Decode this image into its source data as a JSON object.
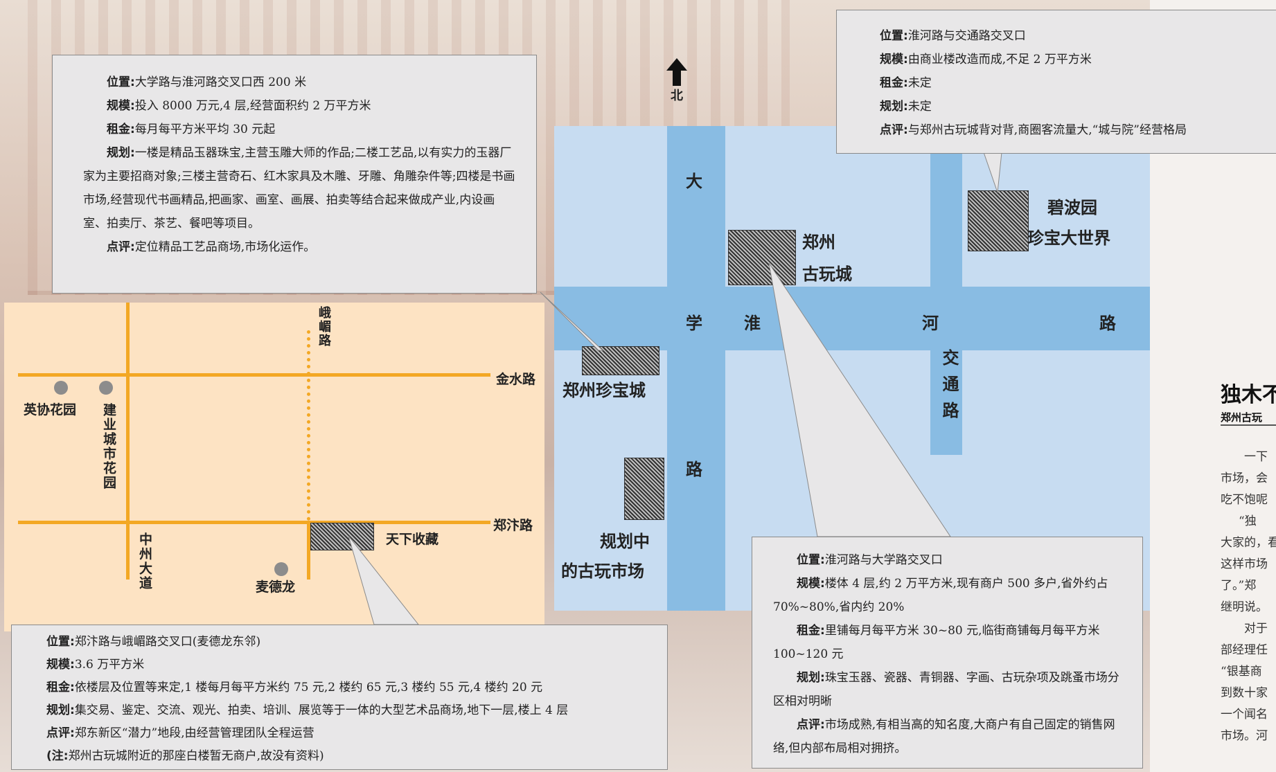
{
  "north_label": "北",
  "box_top_left": {
    "lines": [
      {
        "k": "位置",
        "v": "大学路与淮河路交叉口西 200 米"
      },
      {
        "k": "规模",
        "v": "投入 8000 万元,4 层,经营面积约 2 万平方米"
      },
      {
        "k": "租金",
        "v": "每月每平方米平均 30 元起"
      },
      {
        "k": "规划",
        "v": "一楼是精品玉器珠宝,主营玉雕大师的作品;二楼工艺品,以有实力的玉器厂家为主要招商对象;三楼主营奇石、红木家具及木雕、牙雕、角雕杂件等;四楼是书画市场,经营现代书画精品,把画家、画室、画展、拍卖等结合起来做成产业,内设画室、拍卖厅、茶艺、餐吧等项目。"
      },
      {
        "k": "点评",
        "v": "定位精品工艺品商场,市场化运作。"
      }
    ]
  },
  "box_top_right": {
    "lines": [
      {
        "k": "位置",
        "v": "淮河路与交通路交叉口"
      },
      {
        "k": "规模",
        "v": "由商业楼改造而成,不足 2 万平方米"
      },
      {
        "k": "租金",
        "v": "未定"
      },
      {
        "k": "规划",
        "v": "未定"
      },
      {
        "k": "点评",
        "v": "与郑州古玩城背对背,商圈客流量大,“城与院”经营格局"
      }
    ]
  },
  "box_bottom_left": {
    "lines": [
      {
        "k": "位置",
        "v": "郑汴路与峨嵋路交叉口(麦德龙东邻)"
      },
      {
        "k": "规模",
        "v": "3.6 万平方米"
      },
      {
        "k": "租金",
        "v": "依楼层及位置等来定,1 楼每月每平方米约 75 元,2 楼约 65 元,3 楼约 55 元,4 楼约 20 元"
      },
      {
        "k": "规划",
        "v": "集交易、鉴定、交流、观光、拍卖、培训、展览等于一体的大型艺术品商场,地下一层,楼上 4 层"
      },
      {
        "k": "点评",
        "v": "郑东新区“潜力”地段,由经营管理团队全程运营"
      }
    ],
    "note_key": "(注:",
    "note_val": "郑州古玩城附近的那座白楼暂无商户,故没有资料)"
  },
  "box_bottom_center": {
    "lines": [
      {
        "k": "位置",
        "v": "淮河路与大学路交叉口"
      },
      {
        "k": "规模",
        "v": "楼体 4 层,约 2 万平方米,现有商户 500 多户,省外约占 70%~80%,省内约 20%"
      },
      {
        "k": "租金",
        "v": "里铺每月每平方米 30~80 元,临街商铺每月每平方米 100~120 元"
      },
      {
        "k": "规划",
        "v": "珠宝玉器、瓷器、青铜器、字画、古玩杂项及跳蚤市场分区相对明晰"
      },
      {
        "k": "点评",
        "v": "市场成熟,有相当高的知名度,大商户有自己固定的销售网络,但内部布局相对拥挤。"
      }
    ]
  },
  "orange_map": {
    "emei_road": "峨嵋路",
    "jinshui_road": "金水路",
    "zhengbian_road": "郑汴路",
    "yingxie": "英协花园",
    "jianye": "建业城市花园",
    "zhongzhou": "中州大道",
    "maidelong": "麦德龙",
    "tianxia": "天下收藏"
  },
  "blue_map": {
    "daxue_1": "大",
    "daxue_2": "学",
    "daxue_3": "路",
    "huaihe_1": "淮",
    "huaihe_2": "河",
    "huaihe_3": "路",
    "jiaotong": "交通路",
    "guwancheng_1": "郑州",
    "guwancheng_2": "古玩城",
    "bibo_1": "碧波园",
    "bibo_2": "珍宝大世界",
    "zhenbao": "郑州珍宝城",
    "planned_1": "规划中",
    "planned_2": "的古玩市场"
  },
  "article": {
    "title": "独木不",
    "subtitle": "郑州古玩",
    "body": [
      "一下",
      "市场，会",
      "吃不饱呢",
      "“独",
      "大家的，看",
      "这样市场",
      "了。”郑",
      "继明说。",
      "对于",
      "部经理任",
      "“银基商",
      "到数十家",
      "一个闻名",
      "市场。河"
    ]
  }
}
